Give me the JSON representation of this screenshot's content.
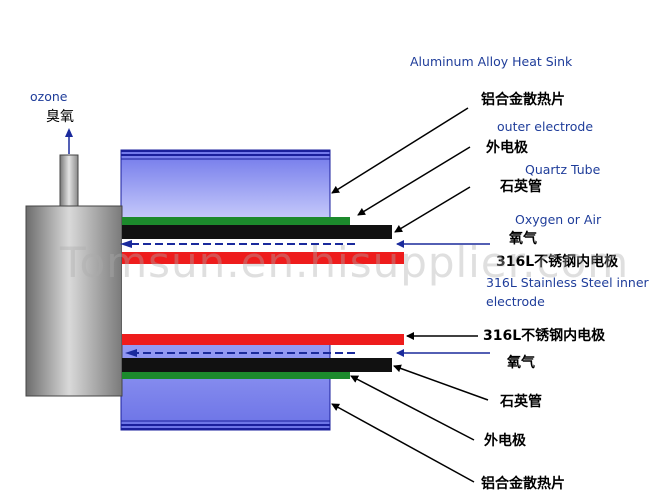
{
  "labels": {
    "ozone_en": "ozone",
    "ozone_cn": "臭氧",
    "heat_sink_en": "Aluminum Alloy Heat Sink",
    "heat_sink_cn": "铝合金散热片",
    "outer_electrode_en": "outer electrode",
    "outer_electrode_cn": "外电极",
    "quartz_tube_en": "Quartz Tube",
    "quartz_tube_cn": "石英管",
    "oxygen_air_en": "Oxygen or Air",
    "oxygen_cn": "氧气",
    "inner_electrode_cn": "316L不锈钢内电极",
    "inner_electrode_en_line1": "316L Stainless Steel inner",
    "inner_electrode_en_line2": "electrode",
    "lower_inner_electrode_cn": "316L不锈钢内电极",
    "lower_oxygen_cn": "氧气",
    "lower_quartz_tube_cn": "石英管",
    "lower_outer_electrode_cn": "外电极",
    "lower_heat_sink_cn": "铝合金散热片"
  },
  "watermark": "Tomsun.en.hisupplier.com",
  "colors": {
    "heat_sink": "#7f86ee",
    "heat_sink_edge": "#1a1f9c",
    "outer_electrode": "#111111",
    "quartz_tube": "#1c8a2c",
    "inner_electrode": "#ee1c1c",
    "gas_flow": "#1a2a9c",
    "label_en": "#1f3d9a"
  }
}
